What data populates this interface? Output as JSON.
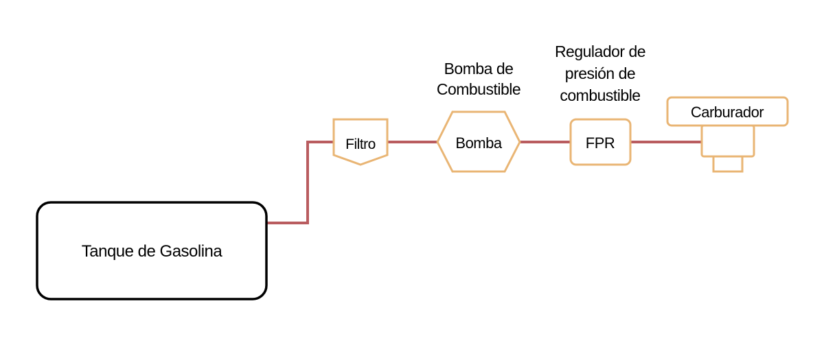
{
  "diagram": {
    "title": "Sistema de combustible",
    "colors": {
      "pipe": "#b95c5f",
      "component_stroke": "#e9b574",
      "tank_stroke": "#000000",
      "text": "#000000",
      "background": "#ffffff"
    },
    "nodes": {
      "tank": {
        "label": "Tanque de Gasolina"
      },
      "filter": {
        "label": "Filtro"
      },
      "pump": {
        "label": "Bomba",
        "caption": [
          "Bomba de",
          "Combustible"
        ]
      },
      "fpr": {
        "label": "FPR",
        "caption": [
          "Regulador de",
          "presión de",
          "combustible"
        ]
      },
      "carburetor": {
        "label": "Carburador"
      }
    },
    "flow": [
      "Tanque de Gasolina",
      "Filtro",
      "Bomba",
      "FPR",
      "Carburador"
    ]
  }
}
